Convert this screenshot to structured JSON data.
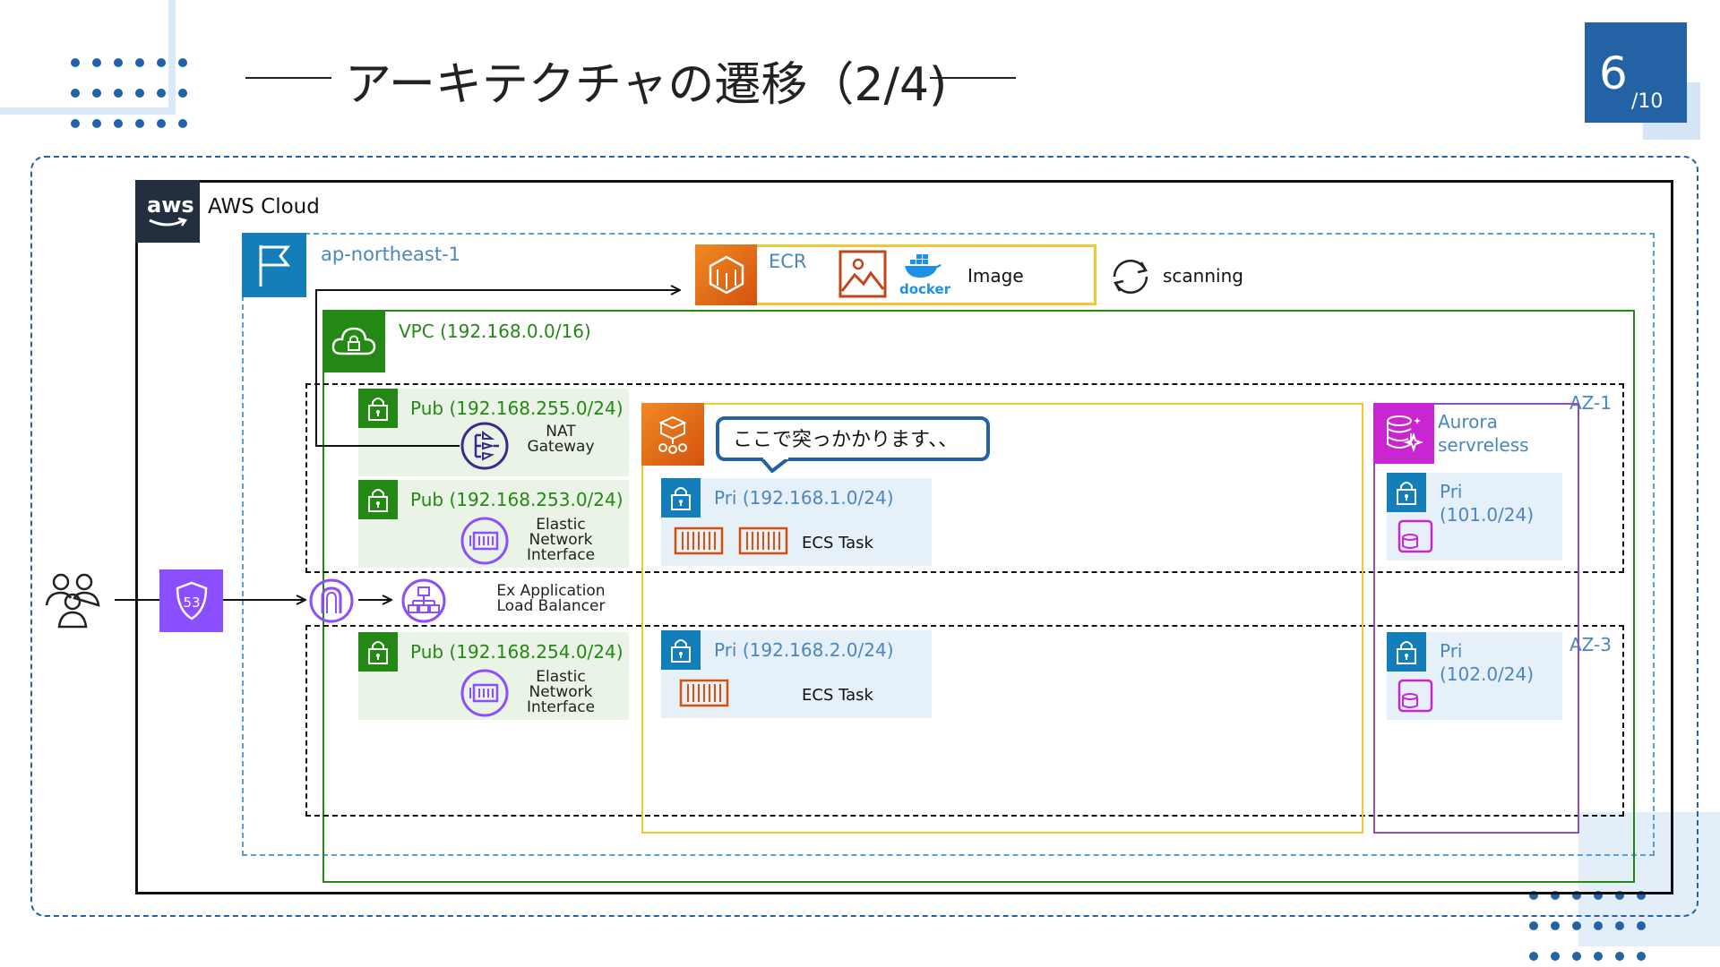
{
  "slide": {
    "title": "アーキテクチャの遷移（2/4)",
    "page_current": "6",
    "page_total": "/10"
  },
  "diagram": {
    "aws_cloud_label": "AWS Cloud",
    "aws_logo_text": "aws",
    "region_label": "ap-northeast-1",
    "ecr_label": "ECR",
    "docker_label": "docker",
    "image_label": "Image",
    "scanning_label": "scanning",
    "vpc_label": "VPC (192.168.0.0/16)",
    "az1_label": "AZ-1",
    "az3_label": "AZ-3",
    "pub_subnet_1": "Pub (192.168.255.0/24)",
    "pub_subnet_2": "Pub (192.168.253.0/24)",
    "pub_subnet_3": "Pub (192.168.254.0/24)",
    "nat_gateway": "NAT\nGateway",
    "eni": "Elastic\nNetwork\nInterface",
    "alb": "Ex Application\nLoad Balancer",
    "route53_label": "53",
    "callout": "ここで突っかかります、、",
    "pri_subnet_1": "Pri (192.168.1.0/24)",
    "pri_subnet_2": "Pri (192.168.2.0/24)",
    "ecs_task": "ECS Task",
    "aurora_label": "Aurora\nservreless",
    "db_subnet_1": "Pri\n(101.0/24)",
    "db_subnet_2": "Pri\n(102.0/24)"
  },
  "colors": {
    "accent_blue": "#2462a6",
    "vpc_green": "#248814",
    "ecr_orange": "#e7781f",
    "ecs_yellow": "#f5b81d",
    "aurora_magenta": "#c925d1",
    "route53_purple": "#8c4fff",
    "region_blue": "#147eba"
  }
}
